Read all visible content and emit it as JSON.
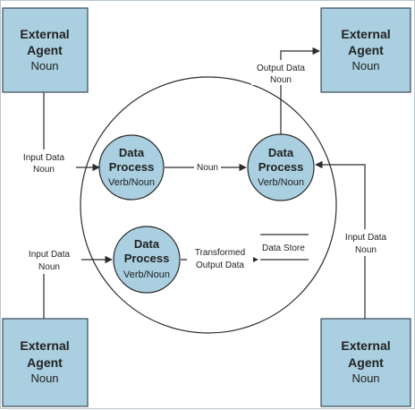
{
  "agents": {
    "top_left": {
      "title": "External Agent",
      "title_line1": "External",
      "title_line2": "Agent",
      "noun": "Noun"
    },
    "top_right": {
      "title": "External Agent",
      "title_line1": "External",
      "title_line2": "Agent",
      "noun": "Noun"
    },
    "bottom_left": {
      "title": "External Agent",
      "title_line1": "External",
      "title_line2": "Agent",
      "noun": "Noun"
    },
    "bottom_right": {
      "title": "External Agent",
      "title_line1": "External",
      "title_line2": "Agent",
      "noun": "Noun"
    }
  },
  "processes": {
    "top_left": {
      "title_line1": "Data",
      "title_line2": "Process",
      "sub": "Verb/Noun"
    },
    "top_right": {
      "title_line1": "Data",
      "title_line2": "Process",
      "sub": "Verb/Noun"
    },
    "bottom": {
      "title_line1": "Data",
      "title_line2": "Process",
      "sub": "Verb/Noun"
    }
  },
  "flows": {
    "input_top_left": {
      "line1": "Input Data",
      "line2": "Noun"
    },
    "input_bottom_left": {
      "line1": "Input Data",
      "line2": "Noun"
    },
    "input_right": {
      "line1": "Input Data",
      "line2": "Noun"
    },
    "output_top": {
      "line1": "Output Data",
      "line2": "Noun"
    },
    "between_processes": {
      "line1": "Noun"
    },
    "transformed": {
      "line1": "Transformed",
      "line2": "Output Data"
    }
  },
  "data_store": {
    "label": "Data Store"
  },
  "colors": {
    "agent_fill": "#a9cfe0",
    "process_fill": "#a9cfe0",
    "line": "#2b2b2b"
  }
}
